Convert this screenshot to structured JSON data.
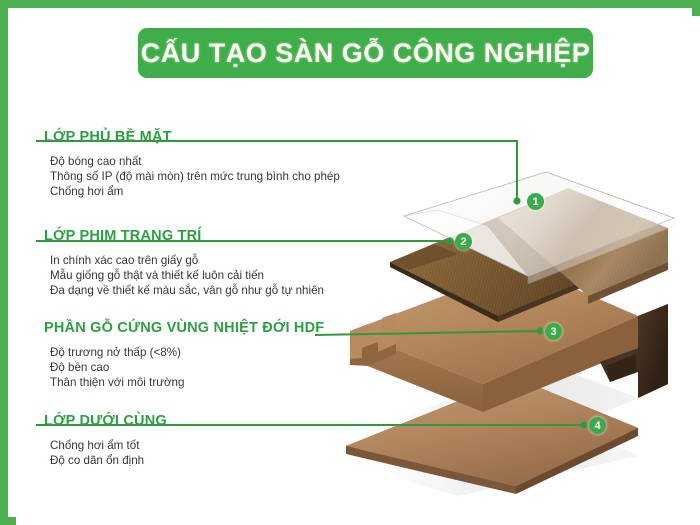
{
  "page": {
    "title": "CẤU TẠO SÀN GỖ CÔNG NGHIỆP",
    "border_color": "#4cb050",
    "banner_color": "#3fae4a",
    "heading_color": "#2e9e45",
    "body_text_color": "#3a3530",
    "marker_color": "#3aaa4a",
    "background_color": "#ffffff"
  },
  "sections": [
    {
      "marker": "1",
      "heading": "LỚP PHỦ BỀ MẶT",
      "lines": [
        "Độ bóng cao nhất",
        "Thông số IP (độ mài mòn) trên mức trung bình cho phép",
        "Chống hơi ẩm"
      ]
    },
    {
      "marker": "2",
      "heading": "LỚP PHIM TRANG TRÍ",
      "lines": [
        "In chính xác cao trên giấy gỗ",
        "Mẫu giống gỗ thật và thiết kế luôn cải tiến",
        "Đa dạng về thiết kế màu sắc, vân gỗ như gỗ tự nhiên"
      ]
    },
    {
      "marker": "3",
      "heading": "PHẦN GỖ CỨNG VÙNG NHIỆT ĐỚI HDF",
      "lines": [
        "Độ trương nở thấp (<8%)",
        "Độ bền cao",
        "Thân thiện với môi trường"
      ]
    },
    {
      "marker": "4",
      "heading": "LỚP DƯỚI CÙNG",
      "lines": [
        "Chống hơi ẩm tốt",
        "Độ co dãn ổn định"
      ]
    }
  ],
  "illustration": {
    "name": "exploded-laminate-floorboard",
    "layer_labels": [
      "overlay-film",
      "decor-film",
      "hdf-core",
      "backing-layer"
    ]
  }
}
